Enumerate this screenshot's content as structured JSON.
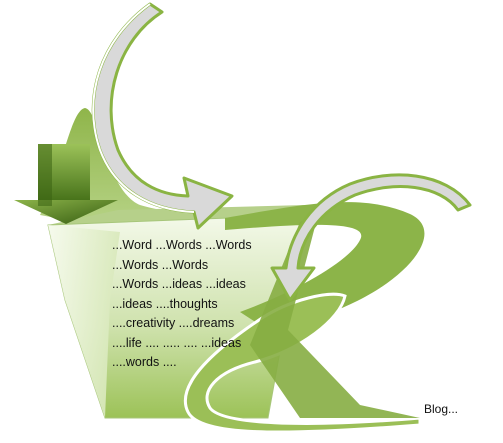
{
  "diagram": {
    "lines": [
      "...Word ...Words ...Words",
      "...Words ...Words",
      "...Words ...ideas ...ideas",
      "...ideas ....thoughts",
      "....creativity ....dreams",
      "....life .... ..... .... ...ideas",
      "....words ...."
    ],
    "blog_label": "Blog..."
  },
  "colors": {
    "green_dark": "#6f9a2c",
    "green": "#8fb54a",
    "green_light": "#c2d99a",
    "green_pale": "#eaf3da",
    "arrow_gray": "#d8d8d8",
    "text": "#111111"
  },
  "icons": [
    "down-arrow-icon",
    "curved-arrow-icon",
    "curved-arrow-icon"
  ]
}
